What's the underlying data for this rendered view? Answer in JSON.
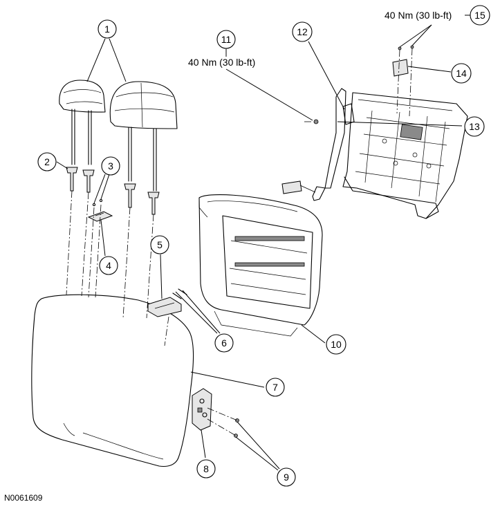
{
  "diagram": {
    "reference_code": "N0061609",
    "callouts": [
      {
        "id": "c1",
        "label": "1"
      },
      {
        "id": "c2",
        "label": "2"
      },
      {
        "id": "c3",
        "label": "3"
      },
      {
        "id": "c4",
        "label": "4"
      },
      {
        "id": "c5",
        "label": "5"
      },
      {
        "id": "c6",
        "label": "6"
      },
      {
        "id": "c7",
        "label": "7"
      },
      {
        "id": "c8",
        "label": "8"
      },
      {
        "id": "c9",
        "label": "9"
      },
      {
        "id": "c10",
        "label": "10"
      },
      {
        "id": "c11",
        "label": "11"
      },
      {
        "id": "c12",
        "label": "12"
      },
      {
        "id": "c13",
        "label": "13"
      },
      {
        "id": "c14",
        "label": "14"
      },
      {
        "id": "c15",
        "label": "15"
      }
    ],
    "torque_specs": {
      "item_11": "40 Nm (30 lb-ft)",
      "item_15": "40 Nm (30 lb-ft)"
    }
  }
}
